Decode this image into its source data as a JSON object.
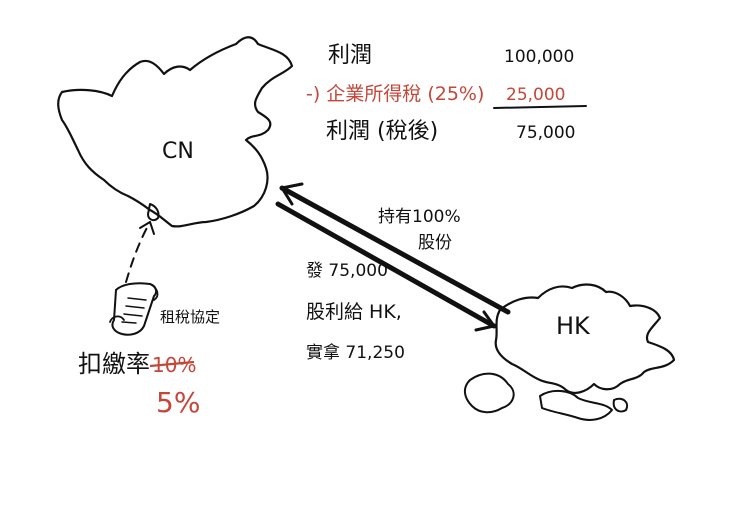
{
  "colors": {
    "ink": "#111111",
    "accent_red": "#c4473a"
  },
  "regions": {
    "china_label": "CN",
    "hongkong_label": "HK"
  },
  "tax_calc": {
    "profit_label": "利潤",
    "profit_value": "100,000",
    "tax_label": "-) 企業所得稅 (25%)",
    "tax_value": "25,000",
    "after_tax_label": "利潤 (稅後)",
    "after_tax_value": "75,000"
  },
  "ownership": {
    "line1": "持有100%",
    "line2": "股份"
  },
  "dividend": {
    "line1": "發 75,000",
    "line2": "股利給 HK,",
    "line3": "實拿 71,250"
  },
  "treaty": {
    "icon": "scroll-icon",
    "label": "租稅協定"
  },
  "withholding": {
    "label": "扣繳率",
    "old_rate": "10%",
    "new_rate": "5%"
  }
}
